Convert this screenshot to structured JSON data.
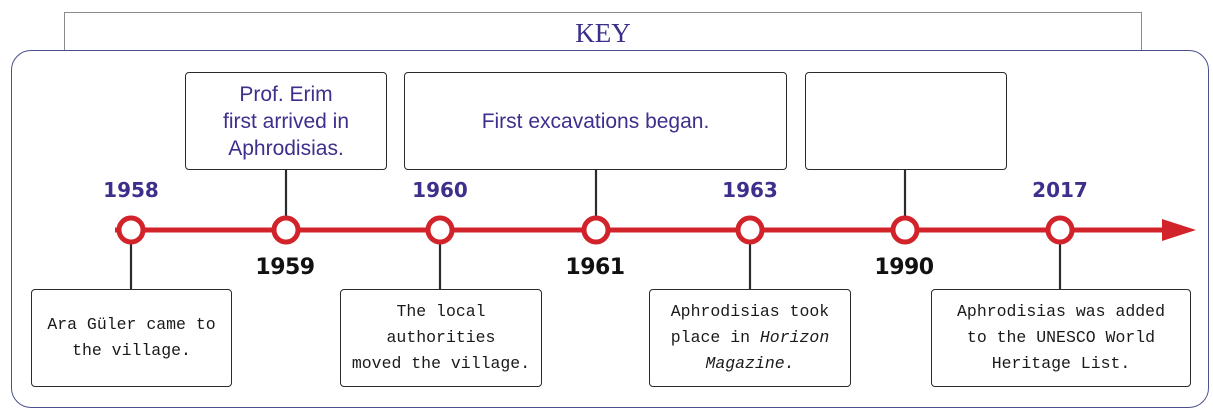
{
  "key": {
    "label": "KEY"
  },
  "colors": {
    "line": "#d2232a",
    "accent_text": "#3d2f8c",
    "box_border": "#2b2b2b",
    "panel_border": "#4a4f8e"
  },
  "events": [
    {
      "year": "1958",
      "year_pos": "above",
      "box_pos": "below",
      "text_lines": [
        "Ara Güler came to",
        "the village."
      ]
    },
    {
      "year": "1959",
      "year_pos": "below",
      "box_pos": "above",
      "text_lines": [
        "Prof. Erim",
        "first arrived in",
        "Aphrodisias."
      ]
    },
    {
      "year": "1960",
      "year_pos": "above",
      "box_pos": "below",
      "text_lines": [
        "The local authorities",
        "moved the village."
      ]
    },
    {
      "year": "1961",
      "year_pos": "below",
      "box_pos": "above",
      "text_lines": [
        "First excavations began."
      ]
    },
    {
      "year": "1963",
      "year_pos": "above",
      "box_pos": "below",
      "text_lines": [
        "Aphrodisias took",
        "place in",
        "Horizon",
        "Magazine."
      ]
    },
    {
      "year": "1990",
      "year_pos": "below",
      "box_pos": "above",
      "text_lines": []
    },
    {
      "year": "2017",
      "year_pos": "above",
      "box_pos": "below",
      "text_lines": [
        "Aphrodisias was added",
        "to the UNESCO World",
        "Heritage List."
      ]
    }
  ]
}
